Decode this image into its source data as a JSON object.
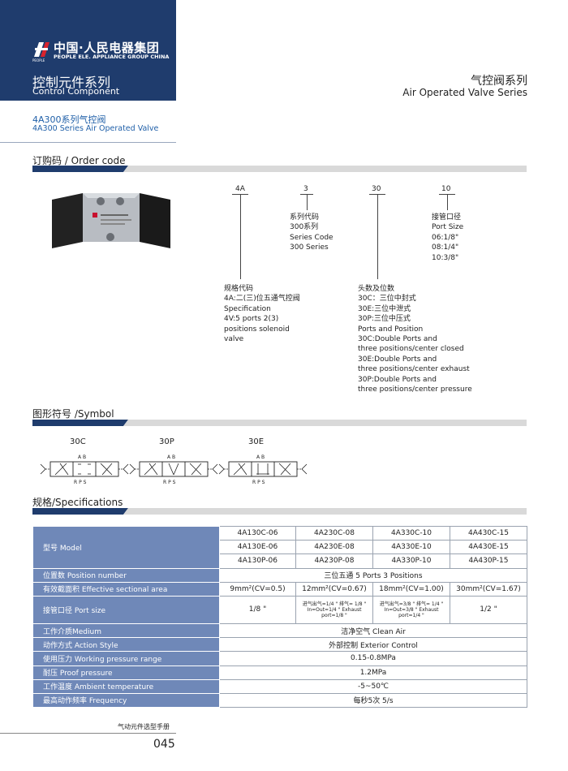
{
  "header": {
    "logo_cn": "中国·人民电器集团",
    "logo_en": "PEOPLE ELE. APPLIANCE GROUP CHINA",
    "logo_mark_text": "PEOPLE",
    "category_cn": "控制元件系列",
    "category_en": "Control Component",
    "series_cn": "气控阀系列",
    "series_en": "Air Operated Valve Series",
    "product_cn": "4A300系列气控阀",
    "product_en": "4A300 Series Air Operated Valve"
  },
  "order_code": {
    "title": "订购码 / Order code",
    "codes": [
      "4A",
      "3",
      "30",
      "10"
    ],
    "series_note": [
      "系列代码",
      "300系列",
      "Series Code",
      "300 Series"
    ],
    "port_note": [
      "接管口径",
      "Port Size",
      "06:1/8\"",
      "08:1/4\"",
      "10:3/8\""
    ],
    "spec_note": [
      "规格代码",
      "4A:二(三)位五通气控阀",
      "Specification",
      "4V:5 ports 2(3)",
      "positions solenoid",
      "valve"
    ],
    "head_note": [
      "头数及位数",
      "30C：三位中封式",
      "30E:三位中泄式",
      "30P:三位中压式",
      "Ports and Position",
      "30C:Double Ports and",
      "three positions/center closed",
      "30E:Double Ports and",
      "three positions/center exhaust",
      "30P:Double Ports and",
      "three positions/center pressure"
    ]
  },
  "symbol": {
    "title": "图形符号 /Symbol",
    "items": [
      {
        "label": "30C",
        "top": "A B",
        "bottom": "R P S"
      },
      {
        "label": "30P",
        "top": "A B",
        "bottom": "R P S"
      },
      {
        "label": "30E",
        "top": "A B",
        "bottom": "R P S"
      }
    ]
  },
  "specs": {
    "title": "规格/Specifications",
    "model_label": "型号 Model",
    "models": [
      [
        "4A130C-06",
        "4A230C-08",
        "4A330C-10",
        "4A430C-15"
      ],
      [
        "4A130E-06",
        "4A230E-08",
        "4A330E-10",
        "4A430E-15"
      ],
      [
        "4A130P-06",
        "4A230P-08",
        "4A330P-10",
        "4A430P-15"
      ]
    ],
    "position_label": "位置数 Position number",
    "position_value": "三位五通 5 Ports 3 Positions",
    "area_label": "有效截面积 Effective sectional area",
    "area_values": [
      "9mm²(CV=0.5)",
      "12mm²(CV=0.67)",
      "18mm²(CV=1.00)",
      "30mm²(CV=1.67)"
    ],
    "port_label": "接管口径 Port size",
    "port_values": [
      "1/8 \"",
      "进气出气=1/4 \" 排气= 1/8 \" In=Out=1/4 \" Exhaust port=1/8 \"",
      "进气出气=3/8 \" 排气= 1/4 \" In=Out=3/8 \" Exhaust port=1/4 \"",
      "1/2 \""
    ],
    "medium_label": "工作介质Medium",
    "medium_value": "洁净空气 Clean Air",
    "action_label": "动作方式 Action Style",
    "action_value": "外部控制 Exterior Control",
    "pressure_label": "使用压力 Working pressure range",
    "pressure_value": "0.15-0.8MPa",
    "proof_label": "耐压 Proof pressure",
    "proof_value": "1.2MPa",
    "temp_label": "工作温度 Ambient temperature",
    "temp_value": "-5~50℃",
    "freq_label": "最高动作频率 Frequency",
    "freq_value": "每秒5次  5/s"
  },
  "footer": {
    "text": "气动元件选型手册",
    "page": "045"
  },
  "colors": {
    "header_blue": "#1f3c6d",
    "label_blue": "#6f88b8",
    "accent_blue": "#1f5fa8",
    "bar_gray": "#d9d9d9"
  }
}
